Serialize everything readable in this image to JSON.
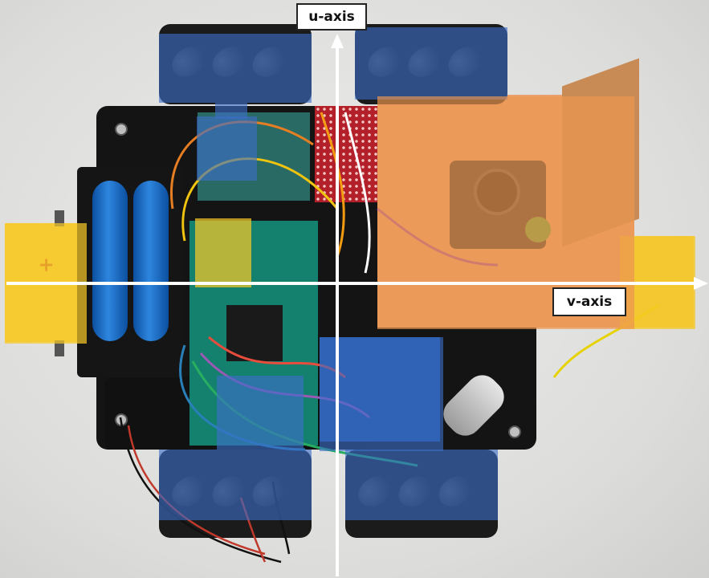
{
  "labels": {
    "u_axis": "u-axis",
    "v_axis": "v-axis",
    "battery_sign": "+"
  },
  "colors": {
    "wheel_overlay": "#3c6ec8",
    "motor_overlay": "#f5c828",
    "camera_overlay": "#ee9650",
    "axis_line": "#ffffff",
    "chassis": "#141414"
  },
  "components": [
    "mecanum-wheel-front-left",
    "mecanum-wheel-front-right",
    "mecanum-wheel-rear-left",
    "mecanum-wheel-rear-right",
    "battery-pack",
    "arduino-board",
    "motor-driver-board",
    "camera-module",
    "motor-left",
    "motor-right"
  ]
}
